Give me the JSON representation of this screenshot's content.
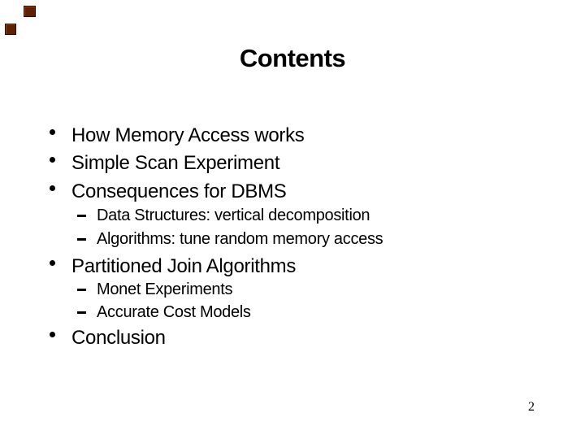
{
  "slide": {
    "title": "Contents",
    "page_number": "2",
    "accent_color": "#5e2106",
    "text_color": "#000000",
    "background_color": "#ffffff",
    "decorations": [
      "corner-square-top",
      "corner-square-left"
    ],
    "bullets": [
      {
        "level": 1,
        "text": "How Memory Access works"
      },
      {
        "level": 1,
        "text": "Simple Scan Experiment"
      },
      {
        "level": 1,
        "text": "Consequences for DBMS"
      },
      {
        "level": 2,
        "text": "Data Structures: vertical decomposition"
      },
      {
        "level": 2,
        "text": "Algorithms: tune random memory access"
      },
      {
        "level": 1,
        "text": "Partitioned Join Algorithms"
      },
      {
        "level": 2,
        "text": "Monet Experiments"
      },
      {
        "level": 2,
        "text": "Accurate Cost Models"
      },
      {
        "level": 1,
        "text": "Conclusion"
      }
    ]
  }
}
